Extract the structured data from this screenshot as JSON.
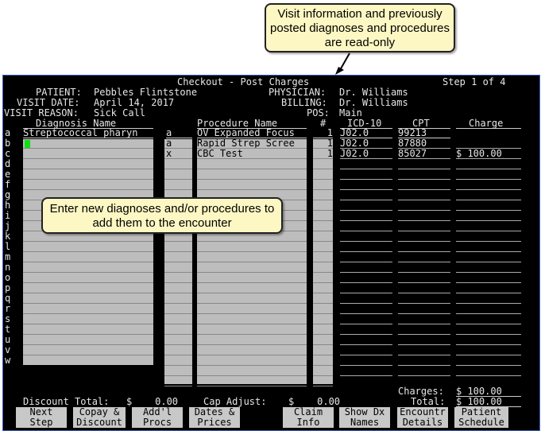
{
  "title": "Checkout - Post Charges",
  "step": "Step 1 of 4",
  "patient": {
    "label": "PATIENT:",
    "value": "Pebbles Flintstone"
  },
  "visit_date": {
    "label": "VISIT DATE:",
    "value": "April 14, 2017"
  },
  "visit_reason": {
    "label": "VISIT REASON:",
    "value": "Sick Call"
  },
  "physician": {
    "label": "PHYSICIAN:",
    "value": "Dr. Williams"
  },
  "billing": {
    "label": "BILLING:",
    "value": "Dr. Williams"
  },
  "pos": {
    "label": "POS:",
    "value": "Main"
  },
  "headers": {
    "diagnosis": "Diagnosis Name",
    "procedure": "Procedure Name",
    "qty": "#",
    "icd": "ICD-10",
    "cpt": "CPT",
    "charge": "Charge"
  },
  "row_letters": [
    "a",
    "b",
    "c",
    "d",
    "e",
    "f",
    "g",
    "h",
    "i",
    "j",
    "k",
    "l",
    "m",
    "n",
    "o",
    "p",
    "q",
    "r",
    "s",
    "t",
    "u",
    "v",
    "w"
  ],
  "diagnoses": [
    "Streptococcal pharyn"
  ],
  "procedures": [
    {
      "link": "a",
      "name": "OV Expanded Focus",
      "qty": "1",
      "icd": "J02.0",
      "cpt": "99213",
      "charge": ""
    },
    {
      "link": "a",
      "name": "Rapid Strep Scree",
      "qty": "1",
      "icd": "J02.0",
      "cpt": "87880",
      "charge": ""
    },
    {
      "link": "x",
      "name": "CBC Test",
      "qty": "1",
      "icd": "J02.0",
      "cpt": "85027",
      "charge": "$ 100.00"
    }
  ],
  "totals": {
    "discount_label": "Discount Total:",
    "discount_value": "$    0.00",
    "cap_label": "Cap Adjust:",
    "cap_value": "$    0.00",
    "charges_label": "Charges:",
    "charges_value": "$ 100.00",
    "total_label": "Total:",
    "total_value": "$ 100.00"
  },
  "fkeys": [
    {
      "line1": "Next",
      "line2": "Step"
    },
    {
      "line1": "Copay &",
      "line2": "Discount"
    },
    {
      "line1": "Add'l",
      "line2": "Procs"
    },
    {
      "line1": "Dates &",
      "line2": "Prices"
    },
    {
      "line1": "Claim",
      "line2": "Info"
    },
    {
      "line1": "Show Dx",
      "line2": "Names"
    },
    {
      "line1": "Encountr",
      "line2": "Details"
    },
    {
      "line1": "Patient",
      "line2": "Schedule"
    }
  ],
  "callouts": {
    "readonly": "Visit information and previously posted diagnoses and procedures are read-only",
    "enter": "Enter new diagnoses and/or procedures to add them to the encounter"
  },
  "colors": {
    "terminal_bg": "#000000",
    "field_bg": "#bdbdbd",
    "callout_bg": "#fdf7c3",
    "cursor": "#11dd11"
  }
}
